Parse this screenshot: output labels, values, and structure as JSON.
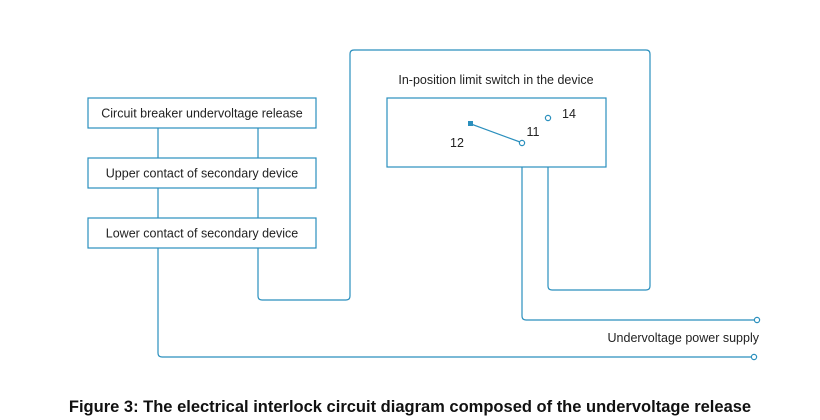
{
  "diagram": {
    "boxes": {
      "undervoltage_release": "Circuit breaker undervoltage release",
      "upper_contact": "Upper contact of secondary device",
      "lower_contact": "Lower contact of secondary device"
    },
    "limit_switch": {
      "title": "In-position limit switch in the device",
      "terminal_12": "12",
      "terminal_11": "11",
      "terminal_14": "14"
    },
    "power_supply": "Undervoltage power supply",
    "wire_color": "#2a8fbd"
  },
  "caption": "Figure 3: The electrical interlock circuit diagram composed of the undervoltage release"
}
